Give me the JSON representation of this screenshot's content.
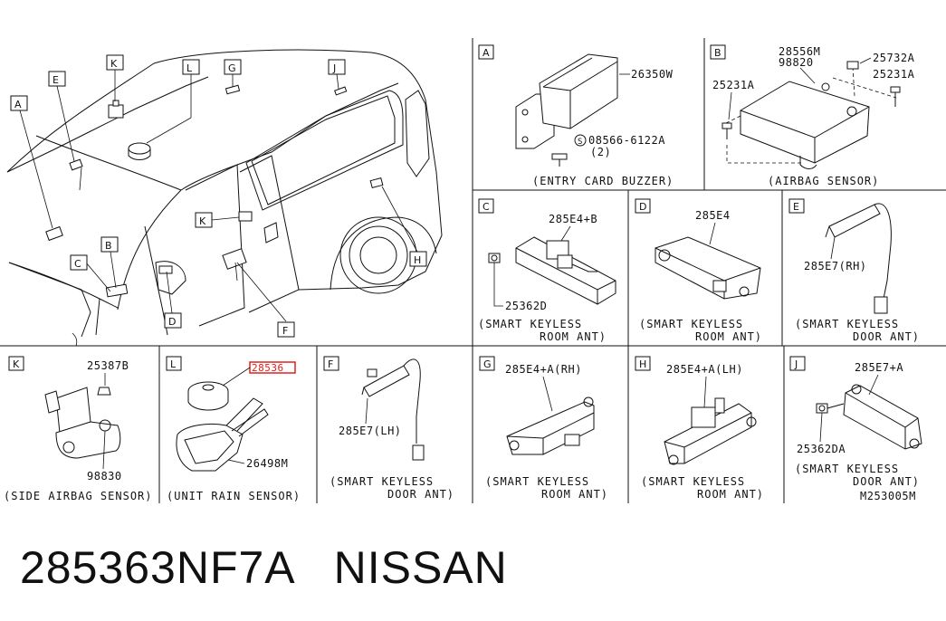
{
  "panels": {
    "A": {
      "letter": "A",
      "parts": [
        "26350W",
        "08566-6122A",
        "(2)"
      ],
      "caption": "(ENTRY CARD BUZZER)"
    },
    "B": {
      "letter": "B",
      "parts": [
        "28556M",
        "98820",
        "25732A",
        "25231A",
        "25231A"
      ],
      "caption": "(AIRBAG SENSOR)"
    },
    "C": {
      "letter": "C",
      "parts": [
        "285E4+B",
        "25362D"
      ],
      "caption1": "(SMART KEYLESS",
      "caption2": "ROOM ANT)"
    },
    "D": {
      "letter": "D",
      "parts": [
        "285E4"
      ],
      "caption1": "(SMART KEYLESS",
      "caption2": "ROOM ANT)"
    },
    "E": {
      "letter": "E",
      "parts": [
        "285E7(RH)"
      ],
      "caption1": "(SMART KEYLESS",
      "caption2": "DOOR ANT)"
    },
    "K": {
      "letter": "K",
      "parts": [
        "25387B",
        "98830"
      ],
      "caption": "(SIDE AIRBAG SENSOR)"
    },
    "L": {
      "letter": "L",
      "parts": [
        "28536",
        "26498M"
      ],
      "caption": "(UNIT RAIN SENSOR)",
      "highlight": "#e0201c"
    },
    "F": {
      "letter": "F",
      "parts": [
        "285E7(LH)"
      ],
      "caption1": "(SMART KEYLESS",
      "caption2": "DOOR ANT)"
    },
    "G": {
      "letter": "G",
      "parts": [
        "285E4+A(RH)"
      ],
      "caption1": "(SMART KEYLESS",
      "caption2": "ROOM ANT)"
    },
    "H": {
      "letter": "H",
      "parts": [
        "285E4+A(LH)"
      ],
      "caption1": "(SMART KEYLESS",
      "caption2": "ROOM ANT)"
    },
    "J": {
      "letter": "J",
      "parts": [
        "285E7+A",
        "25362DA"
      ],
      "caption1": "(SMART KEYLESS",
      "caption2": "DOOR ANT)",
      "ref": "M253005M"
    }
  },
  "overview": {
    "callouts": [
      "A",
      "E",
      "K",
      "L",
      "G",
      "J",
      "C",
      "B",
      "K",
      "D",
      "F",
      "H"
    ]
  },
  "footer": {
    "part_number": "285363NF7A",
    "brand": "NISSAN"
  }
}
